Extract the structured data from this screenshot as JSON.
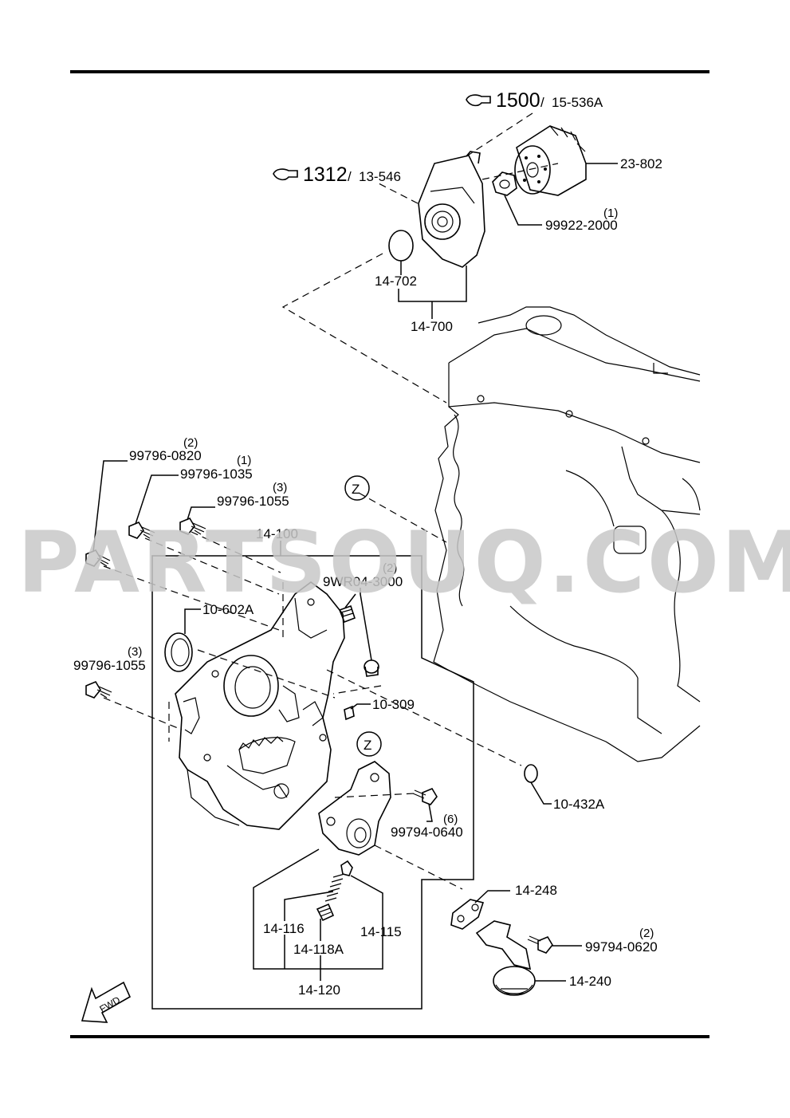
{
  "watermark": "PARTSOUQ.COM",
  "references": [
    {
      "main": "1500",
      "sub": "15-536A"
    },
    {
      "main": "1312",
      "sub": "13-546"
    }
  ],
  "zone_marker": "Z",
  "fwd_label": "FWD",
  "parts": {
    "p23802": "23-802",
    "p999222000": "99922-2000",
    "q999222000": "(1)",
    "p14702": "14-702",
    "p14700": "14-700",
    "p997960820": "99796-0820",
    "q997960820": "(2)",
    "p997961035": "99796-1035",
    "q997961035": "(1)",
    "p997961055a": "99796-1055",
    "q997961055a": "(3)",
    "p14100": "14-100",
    "p9wr043000": "9WR04-3000",
    "q9wr043000": "(2)",
    "p10602a": "10-602A",
    "p997961055b": "99796-1055",
    "q997961055b": "(3)",
    "p10309": "10-309",
    "p10432a": "10-432A",
    "p997940640": "99794-0640",
    "q997940640": "(6)",
    "p14248": "14-248",
    "p14116": "14-116",
    "p14115": "14-115",
    "p14118a": "14-118A",
    "p14120": "14-120",
    "p997940620": "99794-0620",
    "q997940620": "(2)",
    "p14240": "14-240"
  }
}
